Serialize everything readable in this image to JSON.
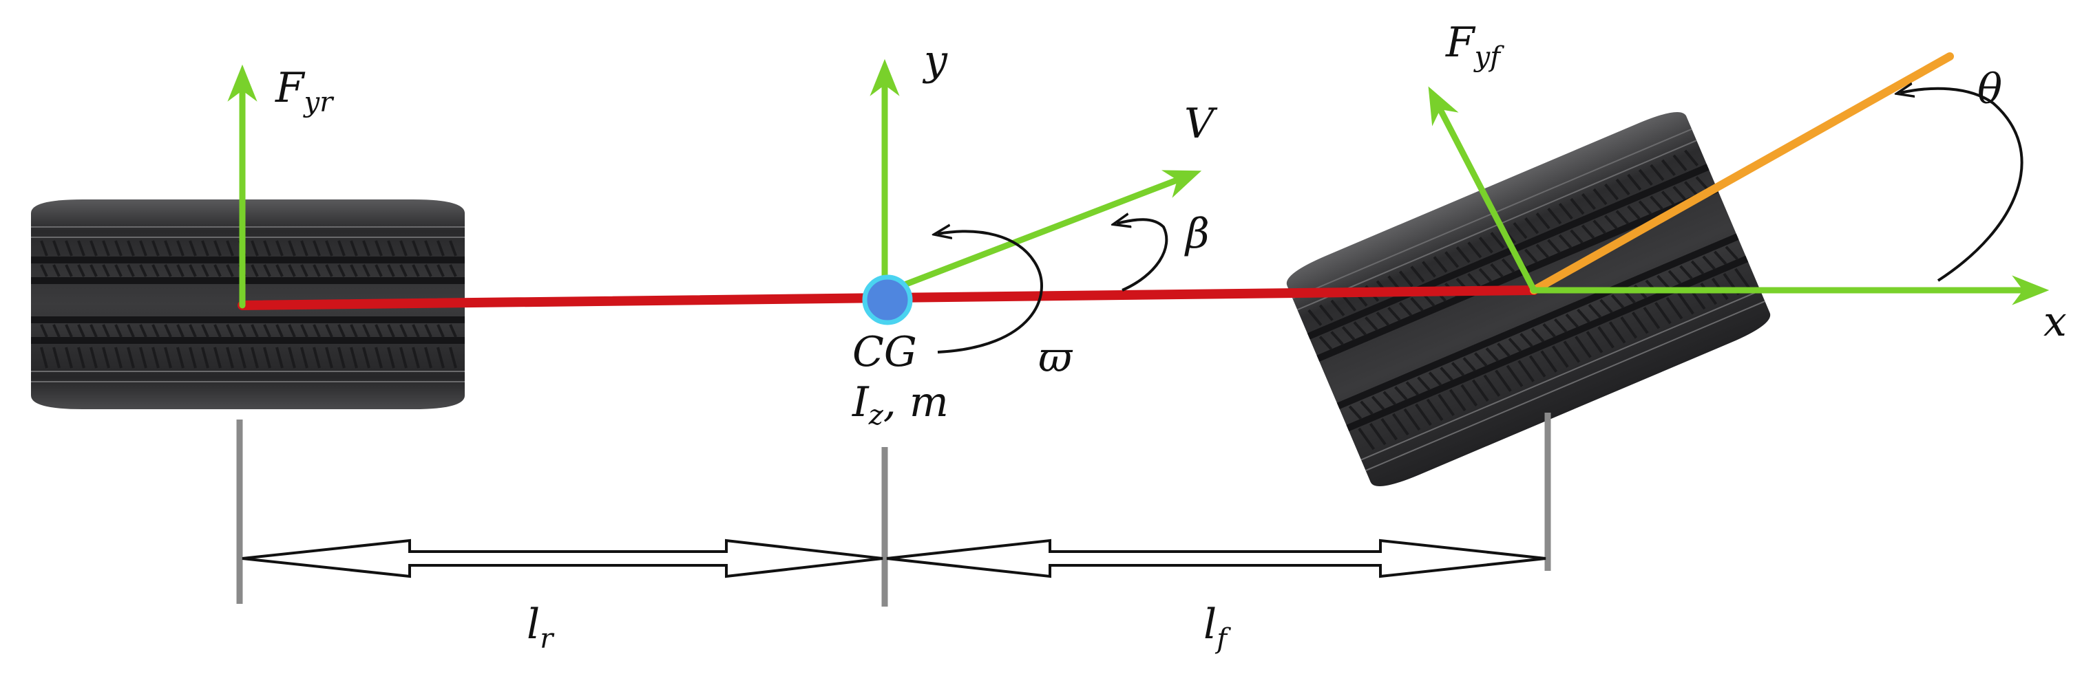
{
  "labels": {
    "F": "F",
    "yr": "yr",
    "yf": "yf",
    "y": "y",
    "x": "x",
    "V": "V",
    "beta": "β",
    "theta": "θ",
    "omega": "ϖ",
    "CG": "CG",
    "Iz_I": "I",
    "Iz_sub": "z",
    "Iz_rest": ", m",
    "l": "l",
    "r": "r",
    "f": "f"
  },
  "colors": {
    "force": "#79d12b",
    "body_axis": "#d0141a",
    "steer": "#f2a12a",
    "cg_fill": "#4f86df",
    "cg_stroke": "#4ad3f0",
    "tire": "#2d2d2f",
    "dimension": "#8a8a8a"
  }
}
